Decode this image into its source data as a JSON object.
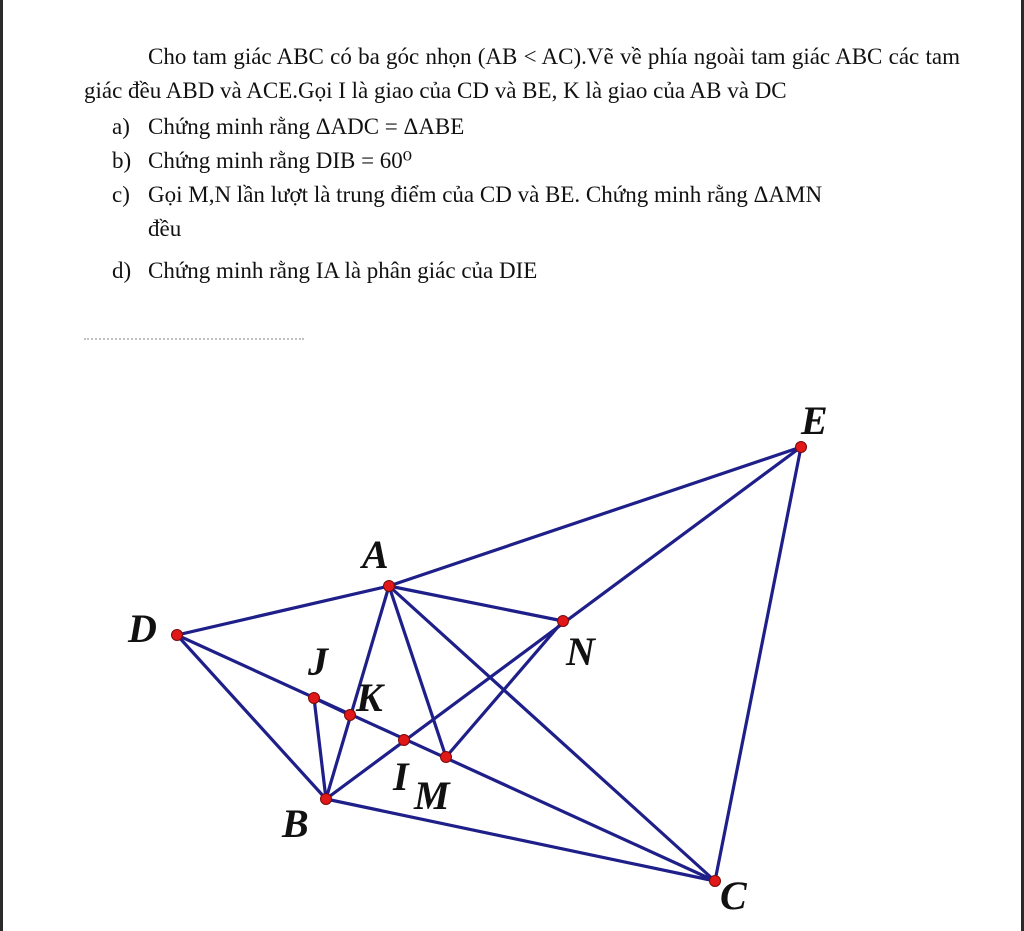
{
  "problem": {
    "intro_line1": "Cho tam giác ABC có ba góc nhọn (AB < AC).Vẽ về phía ngoài tam giác",
    "intro_line2": "ABC các tam giác đều ABD và ACE.Gọi I là giao của CD và BE, K là giao của",
    "intro_line3": "AB và DC",
    "items": [
      {
        "label": "a)",
        "text": "Chứng minh rằng ΔADC = ΔABE"
      },
      {
        "label": "b)",
        "text": "Chứng minh rằng DIB = 60⁰"
      },
      {
        "label": "c)",
        "text": "Gọi M,N lần lượt là trung điểm của CD và BE. Chứng minh rằng ΔAMN"
      },
      {
        "label": "",
        "text": "đều"
      },
      {
        "label": "d)",
        "text": "Chứng minh rằng IA là phân giác của DIE"
      }
    ]
  },
  "figure": {
    "point_labels": {
      "E": "E",
      "A": "A",
      "D": "D",
      "N": "N",
      "J": "J",
      "K": "K",
      "I": "I",
      "M": "M",
      "B": "B",
      "C": "C"
    },
    "colors": {
      "segment": "#1f1f8a",
      "point": "#e01818"
    }
  }
}
